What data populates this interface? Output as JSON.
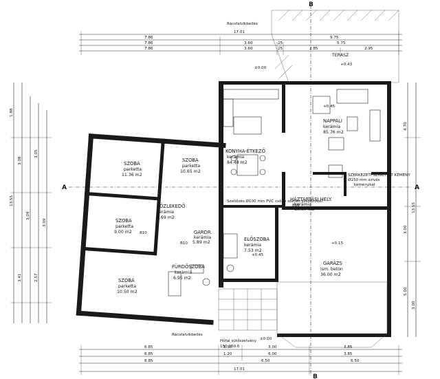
{
  "top_dims": {
    "label_top": "Rácsfalvikbeilés",
    "row1": [
      "17.01"
    ],
    "row2": [
      "7.86",
      "9.75"
    ],
    "row3": [
      "7.86",
      "3.60",
      "25",
      "5.75"
    ],
    "row4": [
      "7.86",
      "3.60",
      "25",
      "2.85",
      "2.95"
    ]
  },
  "left_dims": [
    "1.88",
    "3.08",
    "3.09",
    "3.41",
    "13.55",
    "3.05",
    "3.09",
    "2.57"
  ],
  "right_dims": [
    "13.55",
    "4.70",
    "3.00",
    "5.00",
    "3.00"
  ],
  "bottom_dims": {
    "row1": [
      "6.85",
      "1.30",
      "3.00",
      "3.85"
    ],
    "row2": [
      "6.85",
      "1.20",
      "6.00",
      "3.85"
    ],
    "row3": [
      "6.85",
      "6.50",
      "6.50"
    ],
    "row4": [
      "17.01"
    ],
    "label_bottom": "Rácsfalvikbeilés"
  },
  "section_marks": {
    "a": "A",
    "b": "B"
  },
  "levels": [
    "±0.00",
    "+0.45",
    "+0.43",
    "+0.15",
    "±0.00"
  ],
  "rooms": [
    {
      "name": "SZOBA",
      "floor": "parketta",
      "area": "11.36 m2"
    },
    {
      "name": "SZOBA",
      "floor": "parketta",
      "area": "10.65 m2"
    },
    {
      "name": "SZOBA",
      "floor": "parketta",
      "area": "9.00 m2"
    },
    {
      "name": "SZOBA",
      "floor": "parketta",
      "area": "10.50 m2"
    },
    {
      "name": "KONYHA-ÉTKEZŐ",
      "floor": "kerámia",
      "area": "84.48 m2"
    },
    {
      "name": "NAPPALI",
      "floor": "kerámia",
      "area": "85.76 m2"
    },
    {
      "name": "KÖZLEKEDŐ",
      "floor": "kerámia",
      "area": "6.69 m2"
    },
    {
      "name": "HÁZTARTÁSI HELY.",
      "floor": "kerámia",
      "area": "10.50 m2"
    },
    {
      "name": "GARDR.",
      "floor": "kerámia",
      "area": "5.89 m2"
    },
    {
      "name": "ELŐSZOBA",
      "floor": "kerámia",
      "area": "7.53 m2"
    },
    {
      "name": "FÜRDŐSZOBA",
      "floor": "kerámia",
      "area": "6.95 m2"
    },
    {
      "name": "GARÁZS",
      "floor": "ism. beton",
      "area": "36.00 m2"
    }
  ],
  "labels": {
    "terrace": "TERASZ",
    "chimney": "SZERKEZETI SZIGETELT KÉMÉNY",
    "chimney_size": "Ø150 mm szívás",
    "chimney_note": "kéménykal",
    "pipe_note": "Szellőzés Ø100 mm PVC csőbe szerelt szellőzővel",
    "entrance_note": "Hőfal sütőszelvény",
    "entrance_size": "150.150.6",
    "door1": "810",
    "door2": "B10",
    "door3": "810"
  }
}
